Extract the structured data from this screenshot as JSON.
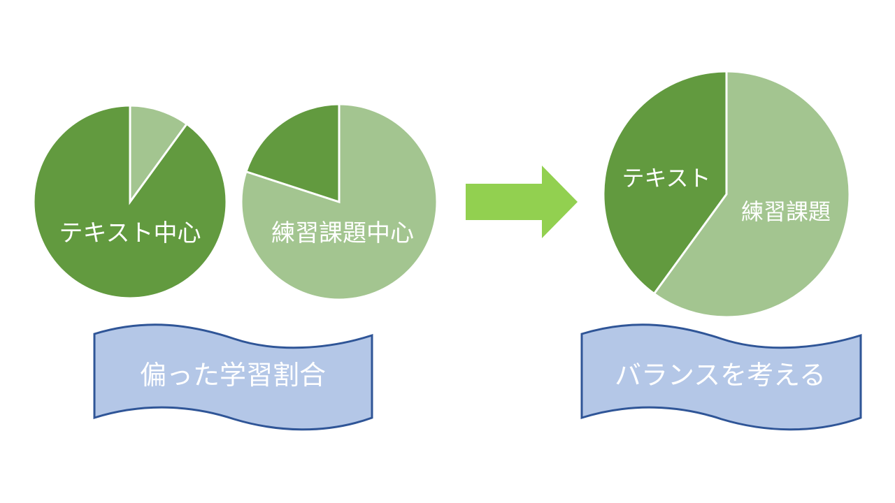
{
  "colors": {
    "dark_green": "#629a3f",
    "light_green": "#a3c590",
    "arrow_green": "#92d050",
    "banner_fill": "#b4c7e7",
    "banner_border": "#2f5597",
    "text": "#ffffff"
  },
  "left_pies": {
    "text_focus": {
      "label": "テキスト中心"
    },
    "exercise_focus": {
      "label": "練習課題中心"
    }
  },
  "left_banner": {
    "label": "偏った学習割合"
  },
  "arrow": {
    "icon": "right-arrow-icon"
  },
  "right_pie": {
    "text_label": "テキスト",
    "exercise_label": "練習課題"
  },
  "right_banner": {
    "label": "バランスを考える"
  }
}
